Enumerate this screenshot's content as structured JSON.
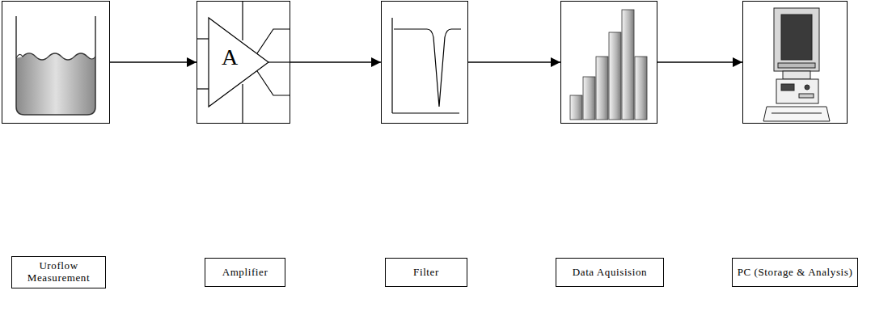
{
  "diagram": {
    "nodes": [
      {
        "text": [
          "Uroflow Measurement"
        ]
      },
      {
        "text": [
          "A",
          "Amplifier"
        ]
      },
      {
        "text": [
          "Filter"
        ]
      },
      {
        "text": [
          "Data Aquisision"
        ]
      },
      {
        "text": [
          "PC (Storage & Analysis)"
        ]
      }
    ],
    "edges": [
      {
        "from": 0,
        "to": 1,
        "arrow": "to"
      },
      {
        "from": 1,
        "to": 2,
        "arrow": "to"
      },
      {
        "from": 2,
        "to": 3,
        "arrow": "to"
      },
      {
        "from": 3,
        "to": 4,
        "arrow": "to"
      }
    ]
  }
}
